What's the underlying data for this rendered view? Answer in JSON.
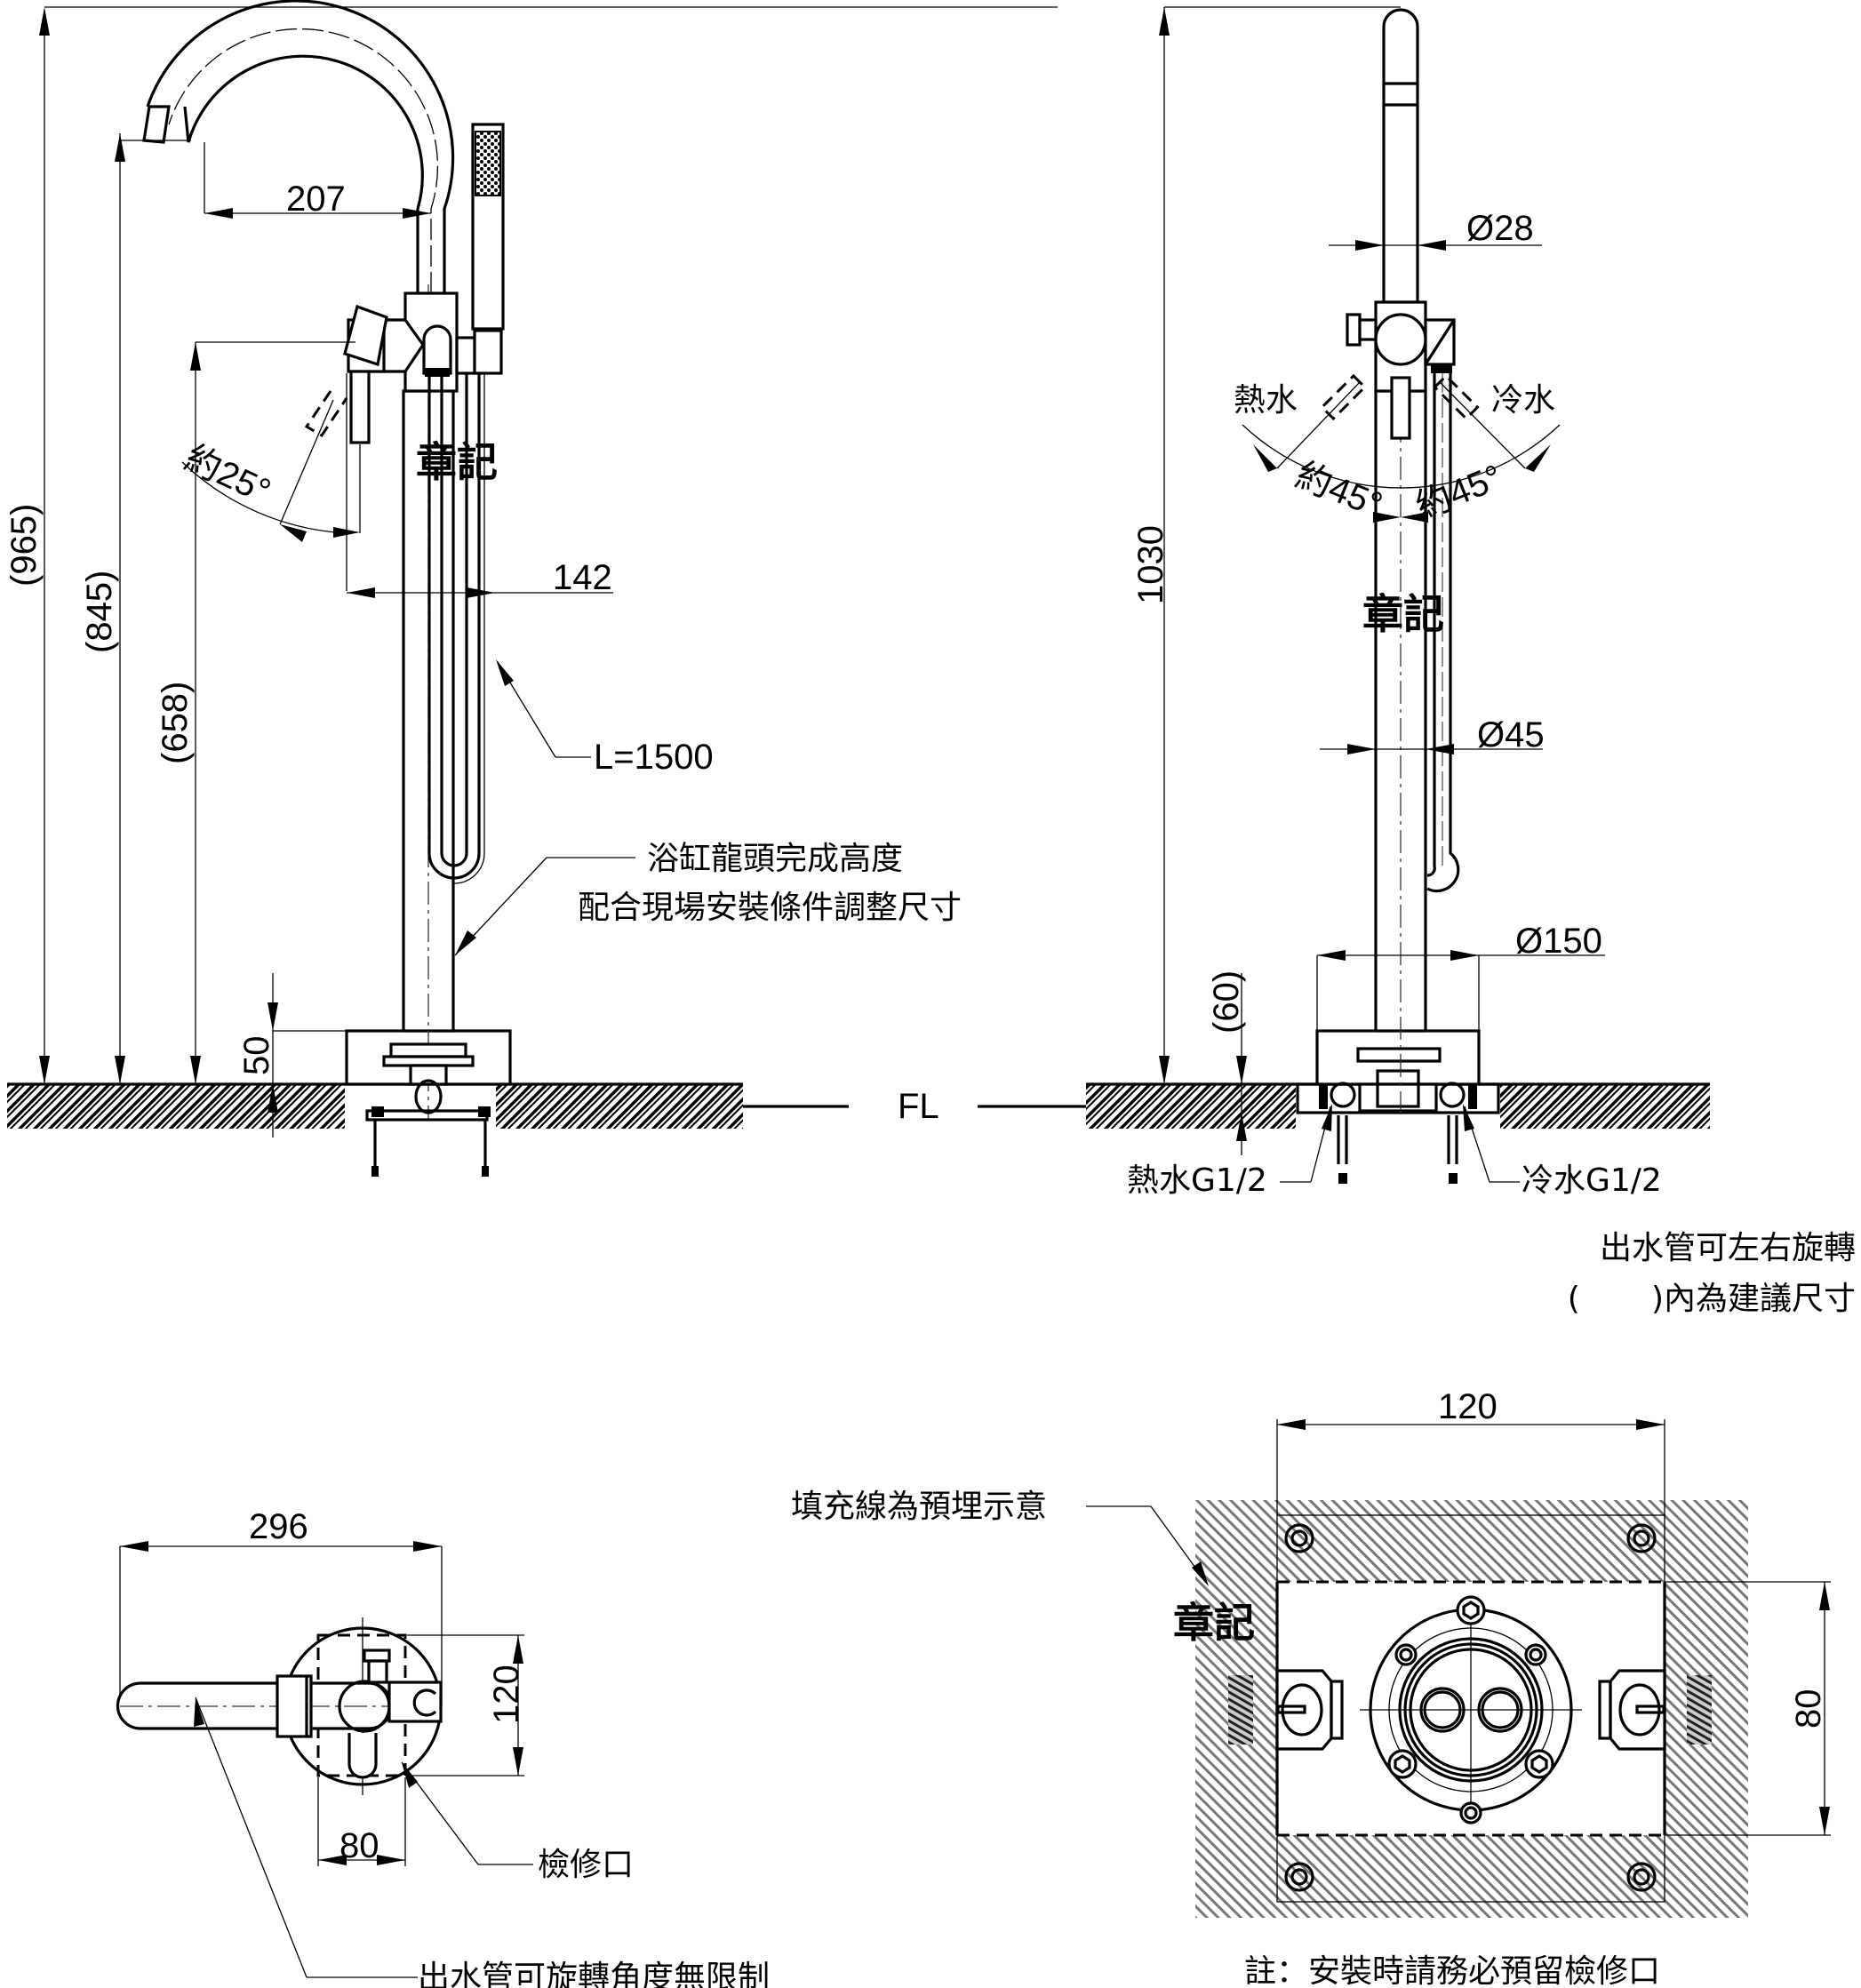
{
  "drawing": {
    "title": "Freestanding bathtub faucet installation drawing",
    "stamp": "章記",
    "side_view": {
      "dims": {
        "overall_height": "(965)",
        "spout_height": "(845)",
        "handle_height": "(658)",
        "spout_reach": "207",
        "handle_to_shower": "142",
        "base_height": "50"
      },
      "angle_label": "約25°",
      "hose_length": "L=1500",
      "note_line1": "浴缸龍頭完成高度",
      "note_line2": "配合現場安裝條件調整尺寸",
      "floor_label": "FL"
    },
    "front_view": {
      "dims": {
        "overall_height": "1030",
        "spout_diameter": "Ø28",
        "column_diameter": "Ø45",
        "base_diameter": "Ø150",
        "embed_depth": "(60)"
      },
      "hot_label": "熱水",
      "cold_label": "冷水",
      "hot_angle": "約45°",
      "cold_angle": "約45°",
      "hot_inlet": "熱水G1/2",
      "cold_inlet": "冷水G1/2"
    },
    "notes": {
      "rotate": "出水管可左右旋轉",
      "bracket": "(       )內為建議尺寸"
    },
    "plan_view": {
      "dims": {
        "spout_length": "296",
        "access_height": "120",
        "access_width": "80"
      },
      "access_label": "檢修口",
      "spout_note": "出水管可旋轉角度無限制"
    },
    "embed_view": {
      "dims": {
        "width": "120",
        "height": "80"
      },
      "hatch_note": "填充線為預埋示意",
      "bottom_note": "註：安裝時請務必預留檢修口"
    }
  }
}
